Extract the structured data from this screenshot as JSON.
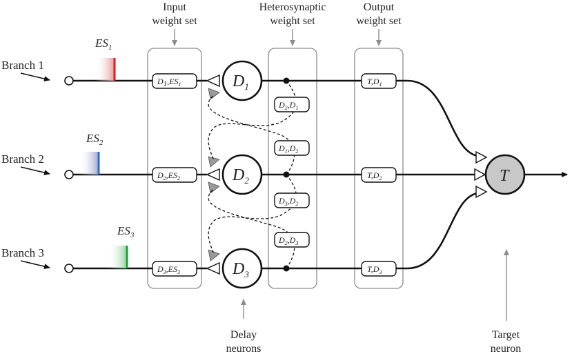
{
  "headers": {
    "input_line1": "Input",
    "input_line2": "weight set",
    "hetero_line1": "Heterosynaptic",
    "hetero_line2": "weight set",
    "output_line1": "Output",
    "output_line2": "weight set"
  },
  "branches": [
    {
      "label": "Branch 1",
      "es_label": "ES",
      "es_sub": "1",
      "color": "#d92020",
      "input_w": "D",
      "input_w_sub": "1",
      "input_w_rest": ",ES",
      "input_w_sub2": "1"
    },
    {
      "label": "Branch 2",
      "es_label": "ES",
      "es_sub": "2",
      "color": "#2a6fd0",
      "input_w": "D",
      "input_w_sub": "2",
      "input_w_rest": ",ES",
      "input_w_sub2": "2"
    },
    {
      "label": "Branch 3",
      "es_label": "ES",
      "es_sub": "3",
      "color": "#1aa33a",
      "input_w": "D",
      "input_w_sub": "3",
      "input_w_rest": ",ES",
      "input_w_sub2": "3"
    }
  ],
  "input_box_colors": [
    "#d92020",
    "#22228a",
    "#1aa33a"
  ],
  "delay_neurons": [
    {
      "main": "D",
      "sub": "1"
    },
    {
      "main": "D",
      "sub": "2"
    },
    {
      "main": "D",
      "sub": "3"
    }
  ],
  "hetero_weights": [
    {
      "a": "D",
      "a_sub": "2",
      "b": ",D",
      "b_sub": "1"
    },
    {
      "a": "D",
      "a_sub": "1",
      "b": ",D",
      "b_sub": "2"
    },
    {
      "a": "D",
      "a_sub": "3",
      "b": ",D",
      "b_sub": "2"
    },
    {
      "a": "D",
      "a_sub": "2",
      "b": ",D",
      "b_sub": "3"
    }
  ],
  "output_weights": [
    {
      "a": "T",
      "b": ",D",
      "b_sub": "1"
    },
    {
      "a": "T",
      "b": ",D",
      "b_sub": "2"
    },
    {
      "a": "T",
      "b": ",D",
      "b_sub": "3"
    }
  ],
  "target": {
    "label": "T",
    "fill": "#c8c8c8"
  },
  "footer": {
    "delay_line1": "Delay",
    "delay_line2": "neurons",
    "target_line1": "Target",
    "target_line2": "neuron"
  }
}
